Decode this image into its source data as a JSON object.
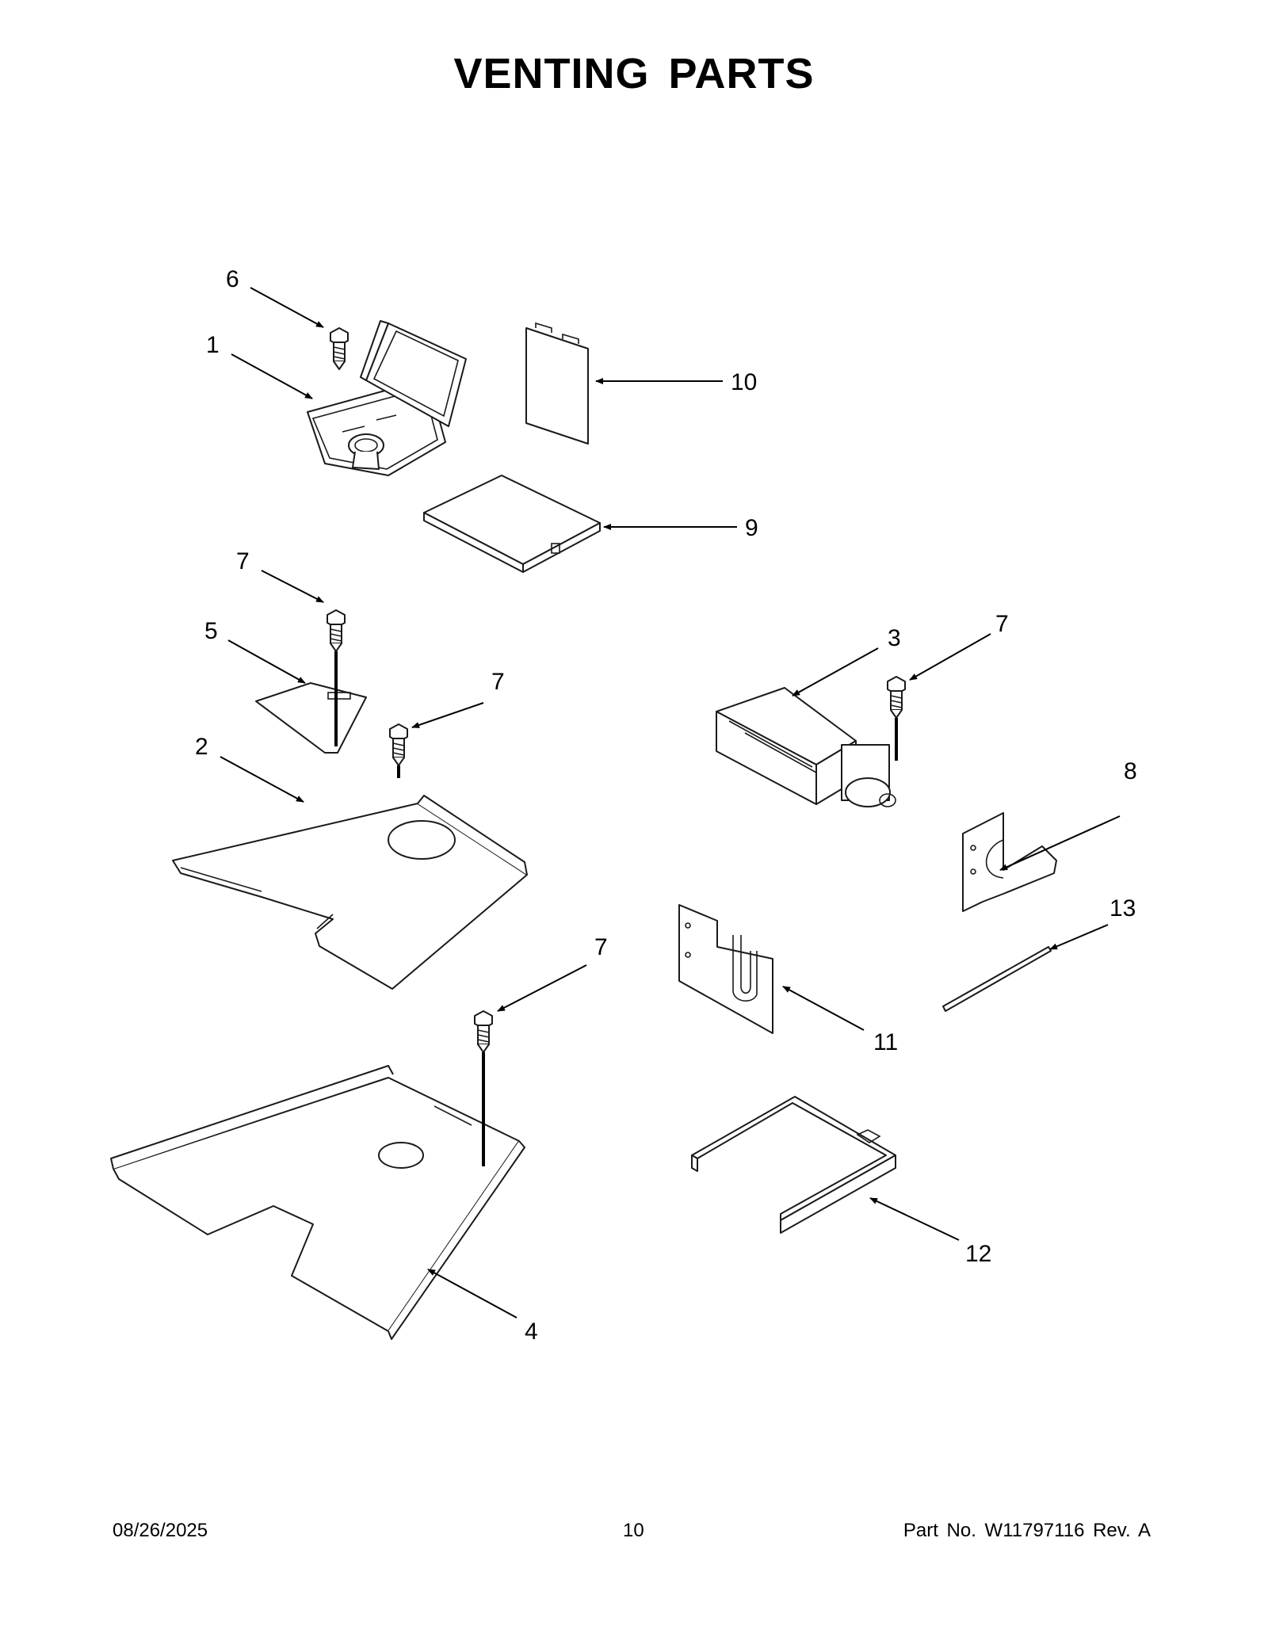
{
  "title": "VENTING PARTS",
  "callouts": {
    "c1": "1",
    "c2": "2",
    "c3": "3",
    "c4": "4",
    "c5": "5",
    "c6": "6",
    "c7a": "7",
    "c7b": "7",
    "c7c": "7",
    "c7d": "7",
    "c8": "8",
    "c9": "9",
    "c10": "10",
    "c11": "11",
    "c12": "12",
    "c13": "13"
  },
  "footer": {
    "date": "08/26/2025",
    "page": "10",
    "part": "Part No.  W11797116  Rev.  A"
  }
}
